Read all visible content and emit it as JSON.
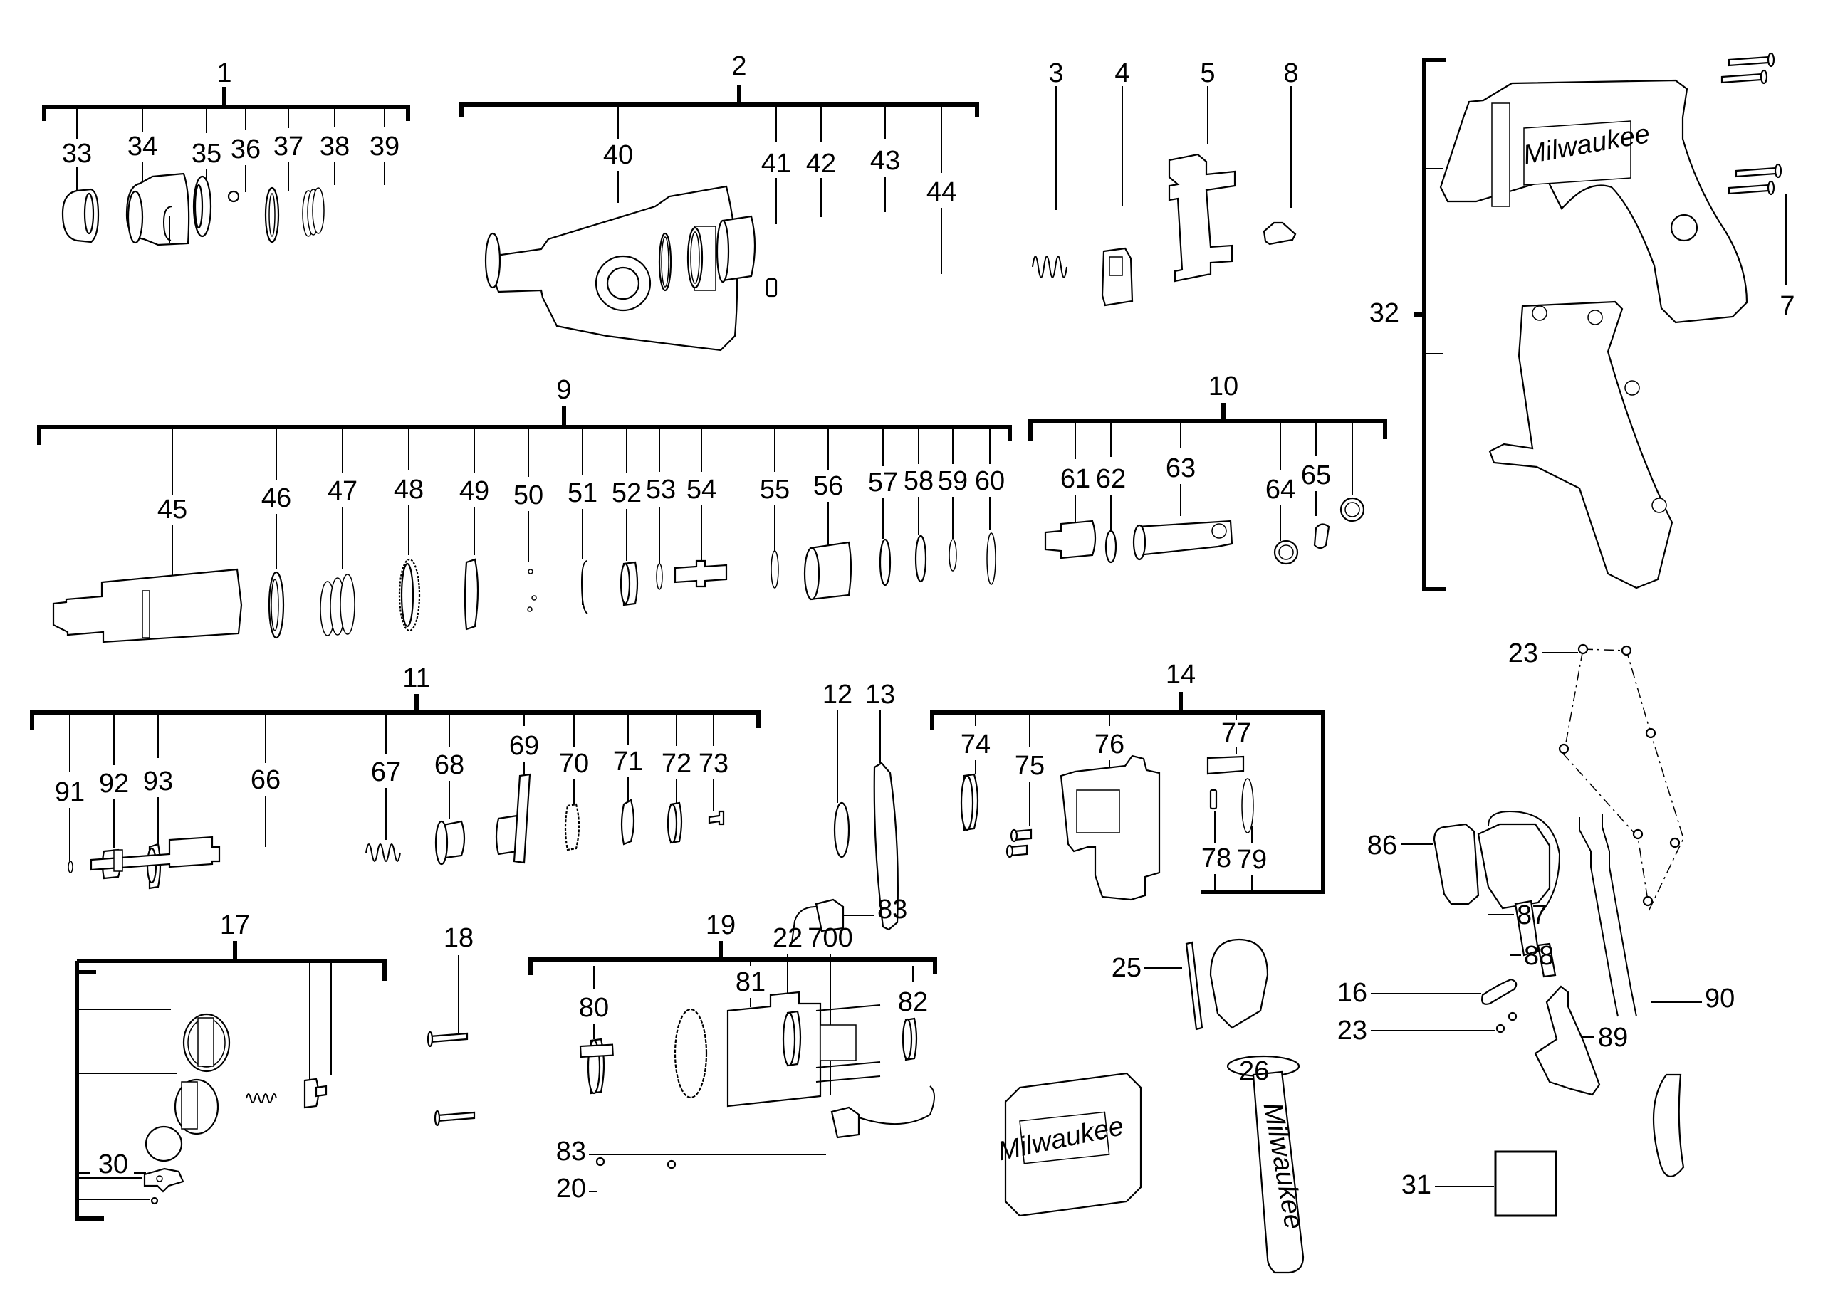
{
  "title": "Exploded parts diagram - rotary hammer",
  "brand": "Milwaukee",
  "groups": [
    {
      "id": "1",
      "label": "1",
      "children": [
        "33",
        "34",
        "35",
        "36",
        "37",
        "38",
        "39"
      ]
    },
    {
      "id": "2",
      "label": "2",
      "children": [
        "40",
        "41",
        "42",
        "43",
        "44"
      ]
    },
    {
      "id": "9",
      "label": "9",
      "children": [
        "45",
        "46",
        "47",
        "48",
        "49",
        "50",
        "51",
        "52",
        "53",
        "54",
        "55",
        "56",
        "57",
        "58",
        "59",
        "60"
      ]
    },
    {
      "id": "10",
      "label": "10",
      "children": [
        "61",
        "62",
        "63",
        "64",
        "65",
        ""
      ]
    },
    {
      "id": "11",
      "label": "11",
      "children": [
        "91",
        "92",
        "93",
        "66",
        "67",
        "68",
        "69",
        "70",
        "71",
        "72",
        "73"
      ]
    },
    {
      "id": "14",
      "label": "14",
      "children": [
        "74",
        "75",
        "76",
        "77",
        "78",
        "79"
      ]
    },
    {
      "id": "17",
      "label": "17",
      "children": [
        "30"
      ]
    },
    {
      "id": "19",
      "label": "19",
      "children": [
        "80",
        "81",
        "82"
      ]
    },
    {
      "id": "32",
      "label": "32",
      "children": []
    }
  ],
  "labels": {
    "l1": "1",
    "l2": "2",
    "l3": "3",
    "l4": "4",
    "l5": "5",
    "l7": "7",
    "l8": "8",
    "l9": "9",
    "l10": "10",
    "l11": "11",
    "l12": "12",
    "l13": "13",
    "l14": "14",
    "l16": "16",
    "l17": "17",
    "l18": "18",
    "l19": "19",
    "l20": "20",
    "l22": "22",
    "l23a": "23",
    "l23b": "23",
    "l25": "25",
    "l26": "26",
    "l30": "30",
    "l31": "31",
    "l32": "32",
    "l33": "33",
    "l34": "34",
    "l35": "35",
    "l36": "36",
    "l37": "37",
    "l38": "38",
    "l39": "39",
    "l40": "40",
    "l41": "41",
    "l42": "42",
    "l43": "43",
    "l44": "44",
    "l45": "45",
    "l46": "46",
    "l47": "47",
    "l48": "48",
    "l49": "49",
    "l50": "50",
    "l51": "51",
    "l52": "52",
    "l53": "53",
    "l54": "54",
    "l55": "55",
    "l56": "56",
    "l57": "57",
    "l58": "58",
    "l59": "59",
    "l60": "60",
    "l61": "61",
    "l62": "62",
    "l63": "63",
    "l64": "64",
    "l65": "65",
    "l66": "66",
    "l67": "67",
    "l68": "68",
    "l69": "69",
    "l70": "70",
    "l71": "71",
    "l72": "72",
    "l73": "73",
    "l74": "74",
    "l75": "75",
    "l76": "76",
    "l77": "77",
    "l78": "78",
    "l79": "79",
    "l80": "80",
    "l81": "81",
    "l82": "82",
    "l83a": "83",
    "l83b": "83",
    "l86": "86",
    "l87": "87",
    "l88": "88",
    "l89": "89",
    "l90": "90",
    "l91": "91",
    "l92": "92",
    "l93": "93",
    "l700": "700"
  },
  "parts": [
    {
      "id": "33",
      "kind": "cap"
    },
    {
      "id": "34",
      "kind": "cone-sleeve"
    },
    {
      "id": "35",
      "kind": "c-clip"
    },
    {
      "id": "36",
      "kind": "washer"
    },
    {
      "id": "37",
      "kind": "ball"
    },
    {
      "id": "38",
      "kind": "ring"
    },
    {
      "id": "39",
      "kind": "spring"
    },
    {
      "id": "40",
      "kind": "gear-housing"
    },
    {
      "id": "41",
      "kind": "o-ring"
    },
    {
      "id": "42",
      "kind": "ring"
    },
    {
      "id": "43",
      "kind": "sleeve"
    },
    {
      "id": "44",
      "kind": "pin"
    },
    {
      "id": "3",
      "kind": "spring"
    },
    {
      "id": "4",
      "kind": "slider"
    },
    {
      "id": "5",
      "kind": "bracket"
    },
    {
      "id": "8",
      "kind": "latch"
    },
    {
      "id": "7",
      "kind": "screws"
    },
    {
      "id": "32",
      "kind": "housing-halves"
    },
    {
      "id": "45",
      "kind": "spindle-tube"
    },
    {
      "id": "46",
      "kind": "washer"
    },
    {
      "id": "47",
      "kind": "spring"
    },
    {
      "id": "48",
      "kind": "gear"
    },
    {
      "id": "49",
      "kind": "clutch-plate"
    },
    {
      "id": "50",
      "kind": "balls"
    },
    {
      "id": "51",
      "kind": "c-clip"
    },
    {
      "id": "52",
      "kind": "bushing"
    },
    {
      "id": "53",
      "kind": "o-ring"
    },
    {
      "id": "54",
      "kind": "striker"
    },
    {
      "id": "55",
      "kind": "o-ring"
    },
    {
      "id": "56",
      "kind": "sleeve"
    },
    {
      "id": "57",
      "kind": "washer"
    },
    {
      "id": "58",
      "kind": "ring"
    },
    {
      "id": "59",
      "kind": "o-ring"
    },
    {
      "id": "60",
      "kind": "o-ring"
    },
    {
      "id": "61",
      "kind": "piston-head"
    },
    {
      "id": "62",
      "kind": "o-ring"
    },
    {
      "id": "63",
      "kind": "piston"
    },
    {
      "id": "64",
      "kind": "washer"
    },
    {
      "id": "65",
      "kind": "pin"
    },
    {
      "id": "91",
      "kind": "o-ring"
    },
    {
      "id": "92",
      "kind": "gear"
    },
    {
      "id": "93",
      "kind": "bearing-flange"
    },
    {
      "id": "66",
      "kind": "shaft"
    },
    {
      "id": "67",
      "kind": "spring"
    },
    {
      "id": "68",
      "kind": "clutch"
    },
    {
      "id": "69",
      "kind": "wobble-bearing"
    },
    {
      "id": "70",
      "kind": "gear"
    },
    {
      "id": "71",
      "kind": "plate"
    },
    {
      "id": "72",
      "kind": "bearing"
    },
    {
      "id": "73",
      "kind": "screw"
    },
    {
      "id": "12",
      "kind": "o-ring"
    },
    {
      "id": "13",
      "kind": "gasket"
    },
    {
      "id": "74",
      "kind": "bearing"
    },
    {
      "id": "75",
      "kind": "screws"
    },
    {
      "id": "76",
      "kind": "intermediate-flange"
    },
    {
      "id": "77",
      "kind": "felt"
    },
    {
      "id": "78",
      "kind": "pin"
    },
    {
      "id": "79",
      "kind": "o-ring"
    },
    {
      "id": "23",
      "kind": "screws"
    },
    {
      "id": "86",
      "kind": "switch"
    },
    {
      "id": "87",
      "kind": "switch-lever"
    },
    {
      "id": "88",
      "kind": "sleeve"
    },
    {
      "id": "90",
      "kind": "cord"
    },
    {
      "id": "17",
      "kind": "selector-knob-set"
    },
    {
      "id": "30",
      "kind": "o-ring"
    },
    {
      "id": "18",
      "kind": "screws"
    },
    {
      "id": "19",
      "kind": "motor-armature-field"
    },
    {
      "id": "80",
      "kind": "bearing"
    },
    {
      "id": "81",
      "kind": "armature-field"
    },
    {
      "id": "82",
      "kind": "bearing"
    },
    {
      "id": "83",
      "kind": "brush-holder"
    },
    {
      "id": "20",
      "kind": "screws"
    },
    {
      "id": "22",
      "kind": "bearing"
    },
    {
      "id": "700",
      "kind": "carry-case"
    },
    {
      "id": "25",
      "kind": "depth-rod"
    },
    {
      "id": "26",
      "kind": "side-handle"
    },
    {
      "id": "16",
      "kind": "cord-clamp"
    },
    {
      "id": "89",
      "kind": "cord-guard"
    },
    {
      "id": "31",
      "kind": "nameplate"
    }
  ]
}
